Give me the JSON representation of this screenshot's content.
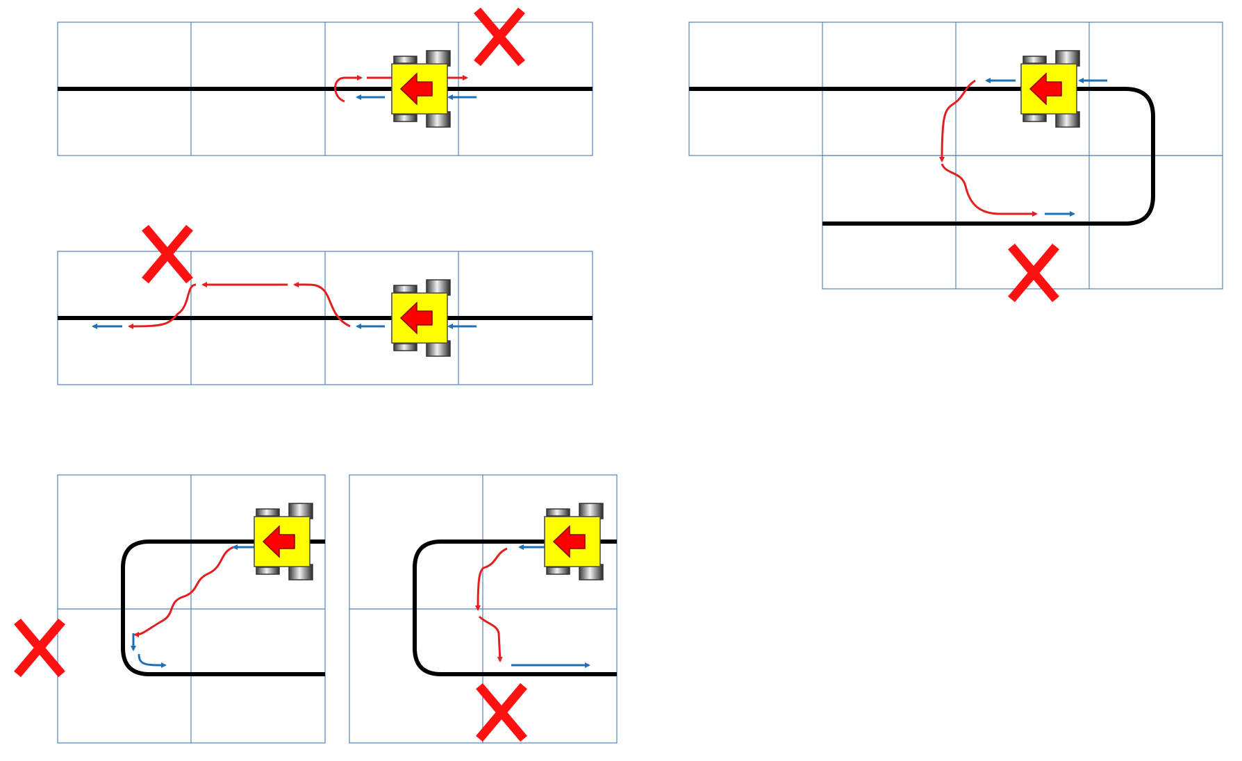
{
  "colors": {
    "grid": "#4f81bd",
    "line": "#000000",
    "robot_body": "#ffff00",
    "robot_arrow": "#ff0000",
    "wheel": "#8c8c8c",
    "wrong_path": "#e41e1e",
    "correct_path": "#1f6fb5",
    "cross": "#ff1111"
  },
  "icons": {
    "robot": "line-follower-robot-icon",
    "cross": "cross-mark-icon"
  },
  "scenarios": [
    {
      "id": "straight-overshoot",
      "robot_direction": "left",
      "outcome": "wrong"
    },
    {
      "id": "straight-detour",
      "robot_direction": "left",
      "outcome": "wrong"
    },
    {
      "id": "u-turn-cut-right",
      "robot_direction": "left",
      "outcome": "wrong"
    },
    {
      "id": "u-turn-tight-left",
      "robot_direction": "left",
      "outcome": "wrong"
    },
    {
      "id": "u-turn-cut-bottom",
      "robot_direction": "left",
      "outcome": "wrong"
    }
  ]
}
